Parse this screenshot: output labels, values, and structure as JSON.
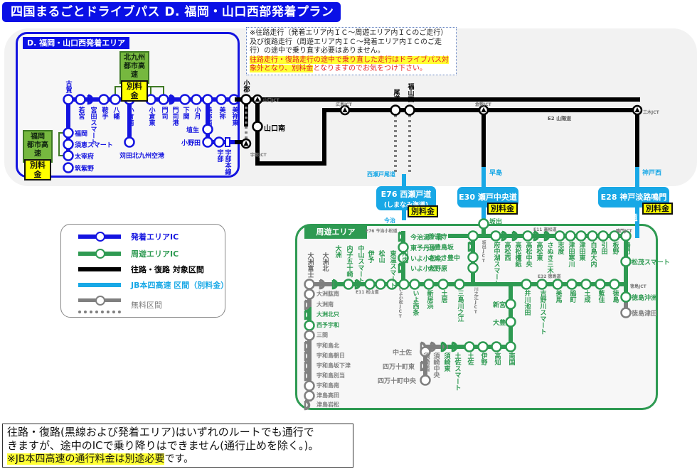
{
  "title": "四国まるごとドライブパス D. 福岡・山口西部発着プラン",
  "colors": {
    "depart": "#1414e0",
    "circuit": "#2e9a52",
    "target": "#000000",
    "jb": "#18a8e6",
    "free": "#7f7f7f",
    "fee_bg": "#ffff00"
  },
  "depart_area": {
    "label": "D. 福岡・山口西発着エリア",
    "kitakyushu_box": {
      "line1": "北九州",
      "line2": "都市高速",
      "fee": "別料金"
    },
    "fukuoka_box": {
      "line1": "福岡",
      "line2": "都市高速",
      "fee": "別料金"
    },
    "top_row": [
      "古賀",
      "若宮",
      "宮田スマート",
      "鞍手",
      "八幡",
      "小倉南",
      "小倉東",
      "門司",
      "門司港",
      "下関",
      "小月",
      "美祢西",
      "美祢",
      "美祢東"
    ],
    "left_col": [
      "福岡",
      "須恵スマート",
      "太宰府",
      "筑紫野"
    ],
    "airport": "苅田北九州空港",
    "right_col": [
      "埴生",
      "小野田",
      "宇部",
      "宇部本線"
    ]
  },
  "note": {
    "line1": "※往路走行（発着エリア内ＩＣ～周遊エリア内ＩＣのご走行）",
    "line2": "及び復路走行（周遊エリア内ＩＣ～発着エリア内ＩＣのご走",
    "line3": "行）の途中で乗り直す必要はありません。",
    "warn1": "往路走行・復路走行の途中で乗り直した走行はドライブパス対",
    "warn2a": "象外となり、別料金",
    "warn2b": "となりますのでお気をつけ下さい。"
  },
  "target_route": {
    "nodes": [
      "小郡",
      "山口南",
      "尾道",
      "福山西"
    ],
    "jcts": [
      "山口JCT",
      "宇部JCT",
      "広島JCT",
      "倉敷JCT",
      "三木JCT"
    ],
    "road_label": "E2 山陽道",
    "exits": [
      "早島",
      "神戸西"
    ]
  },
  "jb_routes": [
    {
      "name": "E76 西瀬戸道",
      "sub": "(しまなみ海道)",
      "fee": "別料金",
      "north": "西瀬戸尾道",
      "south": "今治"
    },
    {
      "name": "E30 瀬戸中央道",
      "fee": "別料金",
      "south": "坂出"
    },
    {
      "name": "E28 神戸淡路鳴門道",
      "fee": "別料金",
      "south": "鳴門"
    }
  ],
  "legend": [
    {
      "label": "発着エリアIC",
      "kind": "depart"
    },
    {
      "label": "周遊エリアIC",
      "kind": "circuit"
    },
    {
      "label": "往路・復路 対象区間",
      "kind": "target"
    },
    {
      "label": "JB本四高速 区間（別料金）",
      "kind": "jb"
    },
    {
      "label": "無料区間",
      "kind": "free"
    }
  ],
  "circuit_area": {
    "label": "周遊エリア",
    "road_labels": [
      "E76 今治小松道",
      "E11 松山道",
      "E11 高松道",
      "E32 徳島道"
    ],
    "jct_labels": [
      "いよ小松JCT",
      "川之江JCT",
      "坂出JCT",
      "鳴門JCT",
      "徳島JCT"
    ],
    "imabari_col": [
      "今治湯ノ浦",
      "東予丹原",
      "いよ小松北",
      "いよ小松"
    ],
    "matsuyama_row": [
      "大洲富士",
      "大洲北",
      "大洲",
      "内子五十崎",
      "中山スマート",
      "伊予",
      "松山",
      "東温スマート",
      "川内",
      "いよ西条",
      "新居浜",
      "土居",
      "三島川之江"
    ],
    "uwajima_col": [
      "大洲肱南",
      "大洲南",
      "大洲北只",
      "西予宇和",
      "三間",
      "宇和島北",
      "宇和島朝日",
      "宇和島坂下津",
      "宇和島別当",
      "宇和島南",
      "津島高田",
      "津島岩松"
    ],
    "sanuki_col": [
      "善通寺",
      "三豊鳥坂",
      "さぬき豊中",
      "大野原"
    ],
    "takamatsu_row": [
      "府中湖スマート",
      "高松西",
      "高松檀紙",
      "高松中央",
      "高松東",
      "さぬき三木",
      "志度",
      "津田寒川",
      "津田東",
      "白鳥大内",
      "引田",
      "板野"
    ],
    "naruto_col": [
      "松茂スマート",
      "徳島沖洲",
      "徳島津田"
    ],
    "tokushima_row": [
      "井川池田",
      "吉野川スマート",
      "美馬",
      "脇町",
      "土成",
      "藍住",
      "徳島"
    ],
    "kochi_col": [
      "新宮",
      "大豊"
    ],
    "kochi_row": [
      "須崎西",
      "須崎中央",
      "須崎東",
      "土佐スマート",
      "土佐",
      "伊野",
      "高知",
      "南国"
    ],
    "shimanto_col": [
      "中土佐",
      "四万十町東",
      "四万十町中央"
    ]
  },
  "bottom_note": {
    "line1": "往路・復路(黒線および発着エリア)はいずれのルートでも通行で",
    "line2": "きますが、途中のICで乗り降りはできません(通行止めを除く。)。",
    "line3_hl": "※JB本四高速の通行料金は別途必要",
    "line3_rest": "です。"
  }
}
